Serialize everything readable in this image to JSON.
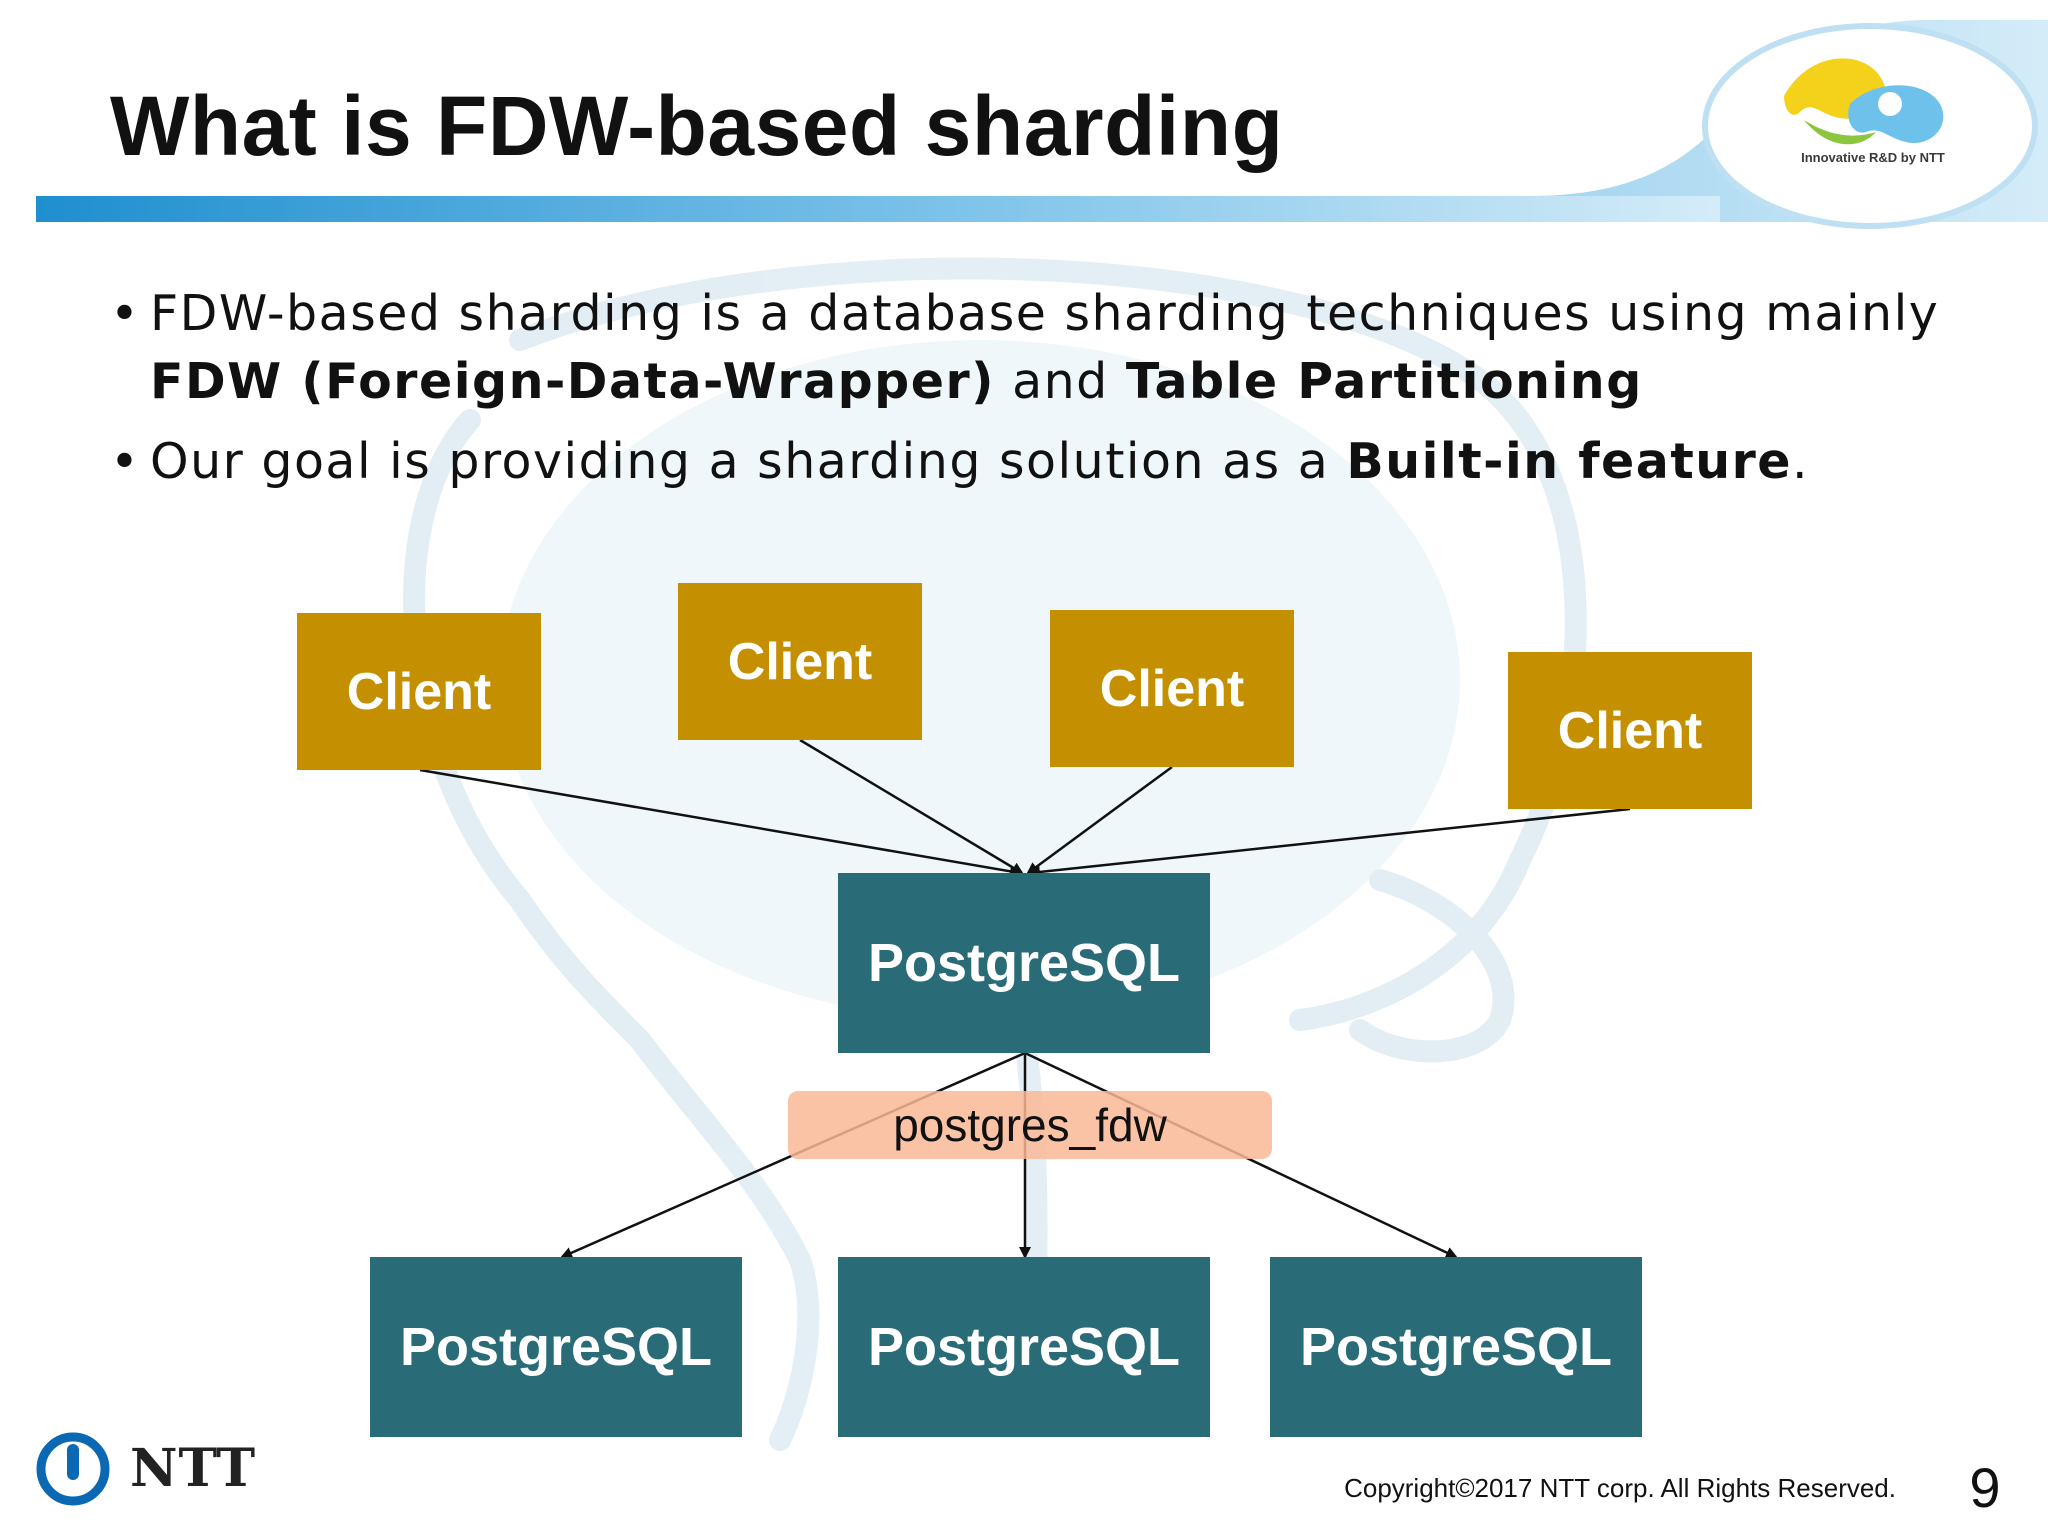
{
  "title": "What is FDW-based sharding",
  "logo": {
    "tagline": "Innovative R&D by NTT"
  },
  "bullets": [
    {
      "prefix": "FDW-based sharding is a database sharding techniques using mainly ",
      "bold1": "FDW (Foreign-Data-Wrapper)",
      "mid": " and ",
      "bold2": "Table Partitioning",
      "suffix": ""
    },
    {
      "prefix": "Our goal is providing a sharding solution as a ",
      "bold1": "Built-in feature",
      "mid": ".",
      "bold2": "",
      "suffix": ""
    }
  ],
  "diagram": {
    "clients": [
      "Client",
      "Client",
      "Client",
      "Client"
    ],
    "coordinator": "PostgreSQL",
    "connector": "postgres_fdw",
    "shards": [
      "PostgreSQL",
      "PostgreSQL",
      "PostgreSQL"
    ],
    "colors": {
      "client": "#c48f00",
      "postgres": "#2a6b78",
      "connector": "#fab996"
    }
  },
  "footer": {
    "company": "NTT",
    "copyright": "Copyright©2017  NTT corp. All Rights Reserved.",
    "page_number": "9"
  }
}
